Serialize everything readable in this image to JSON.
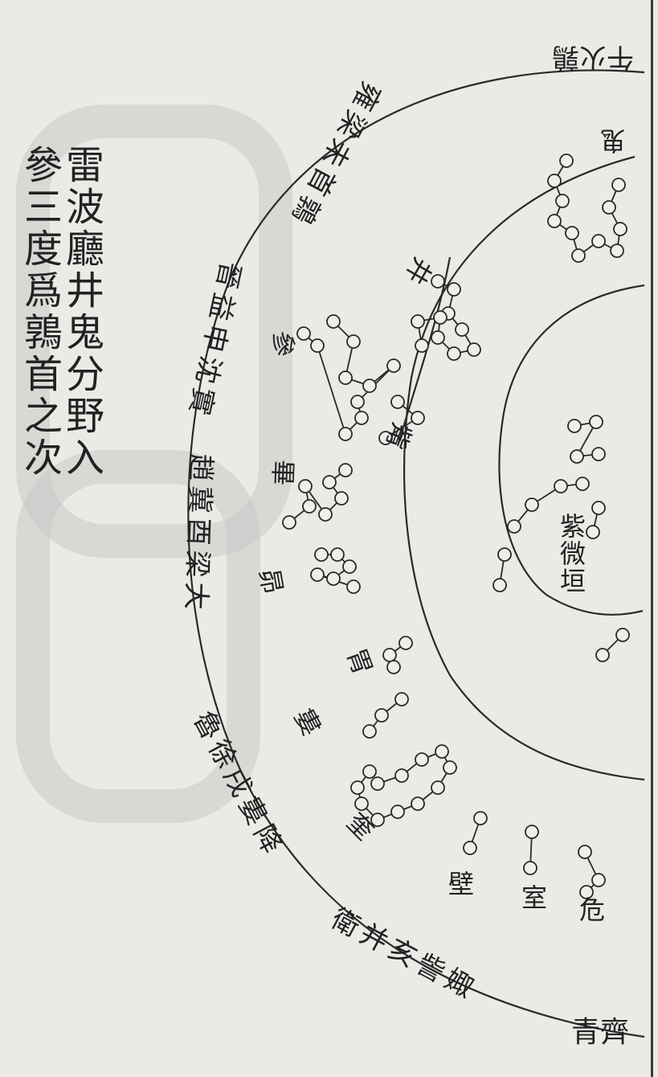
{
  "note": {
    "line1": "雷波廳井鬼分野入",
    "line2": "參三度爲鶉首之次"
  },
  "edge_labels": {
    "top": "午火鶉",
    "bottom": "青齊"
  },
  "center_label": "紫微垣",
  "boundary_labels": [
    {
      "id": "yong-liang",
      "text": "雍梁未首鶉"
    },
    {
      "id": "shen-ji",
      "text": "晉益申沈實"
    },
    {
      "id": "zhao-ji",
      "text": "趙冀酉梁大"
    },
    {
      "id": "lu-xu",
      "text": "魯徐戌婁降"
    },
    {
      "id": "wei-bing",
      "text": "衛并亥訾娵"
    }
  ],
  "mansions": [
    {
      "id": "gui",
      "text": "鬼"
    },
    {
      "id": "jing",
      "text": "井"
    },
    {
      "id": "shen",
      "text": "參"
    },
    {
      "id": "zi",
      "text": "觜"
    },
    {
      "id": "bi",
      "text": "畢"
    },
    {
      "id": "mao",
      "text": "昴"
    },
    {
      "id": "wei",
      "text": "胃"
    },
    {
      "id": "lou",
      "text": "婁"
    },
    {
      "id": "kui",
      "text": "奎"
    },
    {
      "id": "bi2",
      "text": "壁"
    },
    {
      "id": "shi",
      "text": "室"
    },
    {
      "id": "wei2",
      "text": "危"
    }
  ]
}
